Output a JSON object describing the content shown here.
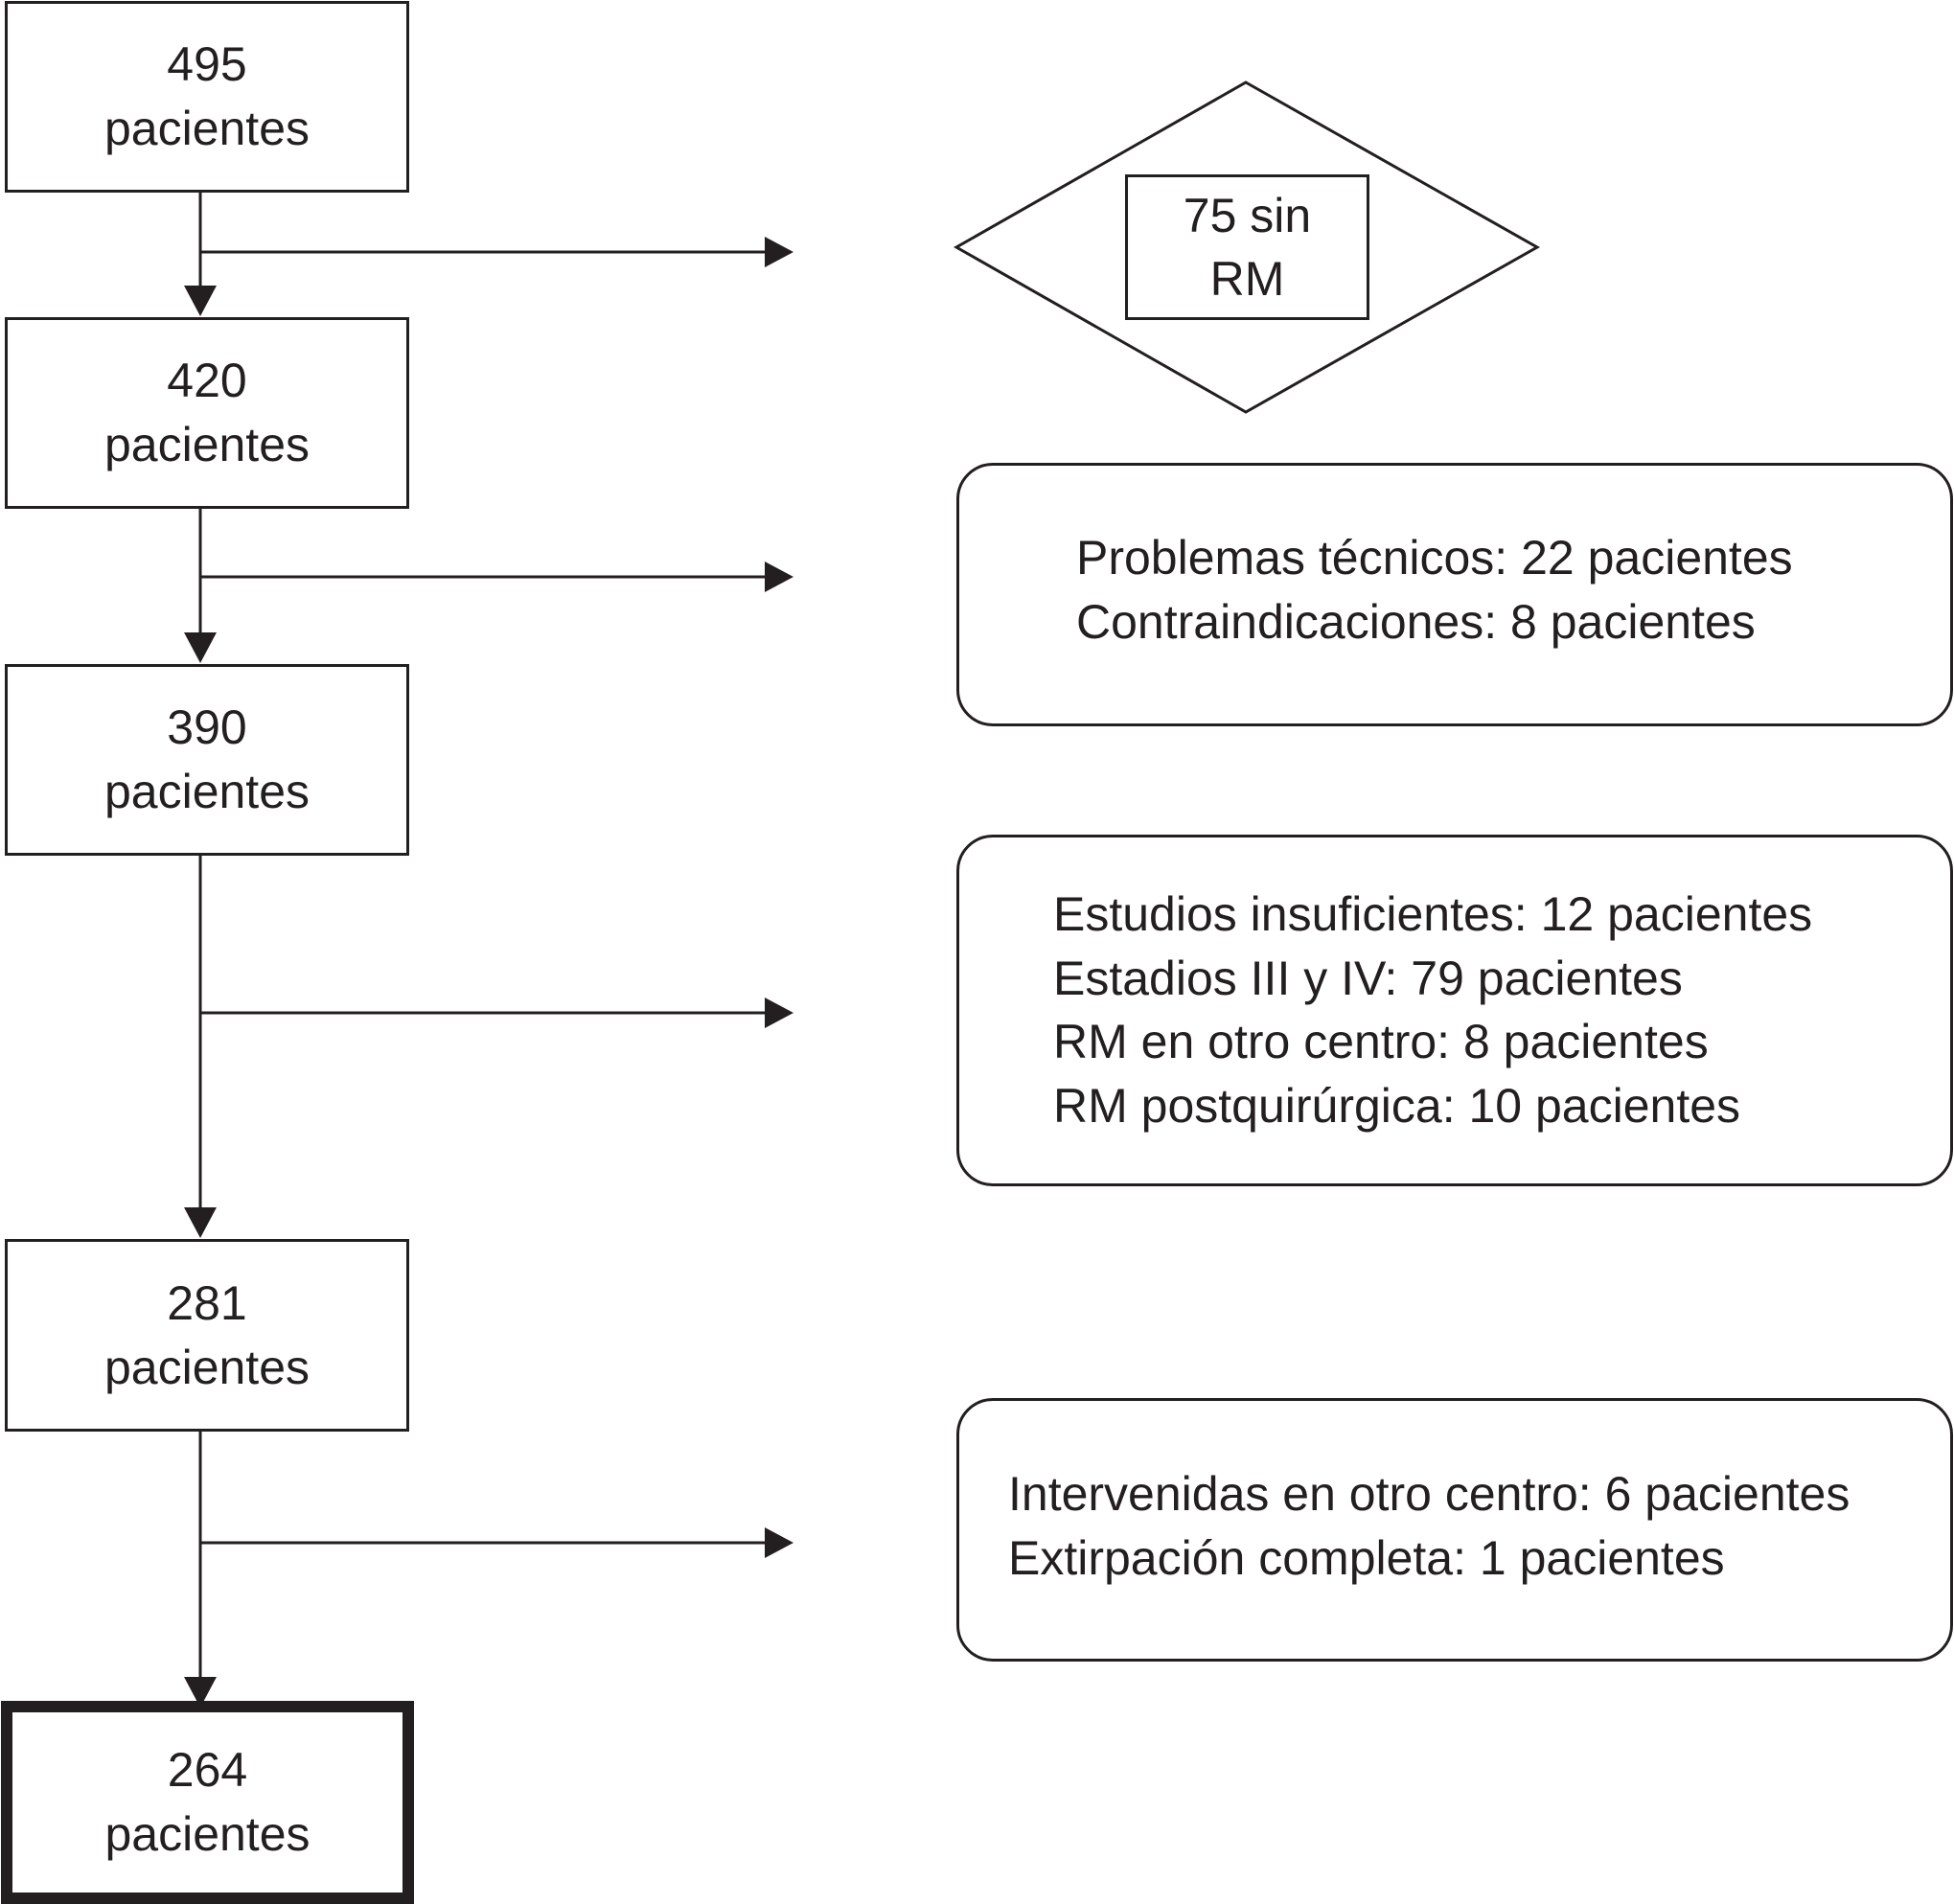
{
  "steps": [
    {
      "count": "495",
      "unit": "pacientes"
    },
    {
      "count": "420",
      "unit": "pacientes"
    },
    {
      "count": "390",
      "unit": "pacientes"
    },
    {
      "count": "281",
      "unit": "pacientes"
    },
    {
      "count": "264",
      "unit": "pacientes"
    }
  ],
  "exclusions": {
    "diamond": {
      "line1": "75 sin",
      "line2": "RM"
    },
    "box1": [
      "Problemas técnicos: 22 pacientes",
      "Contraindicaciones: 8 pacientes"
    ],
    "box2": [
      "Estudios insuficientes: 12 pacientes",
      "Estadios III y IV: 79 pacientes",
      "RM en otro centro: 8 pacientes",
      "RM postquirúrgica: 10 pacientes"
    ],
    "box3": [
      "Intervenidas en otro centro: 6 pacientes",
      "Extirpación completa: 1 pacientes"
    ]
  }
}
